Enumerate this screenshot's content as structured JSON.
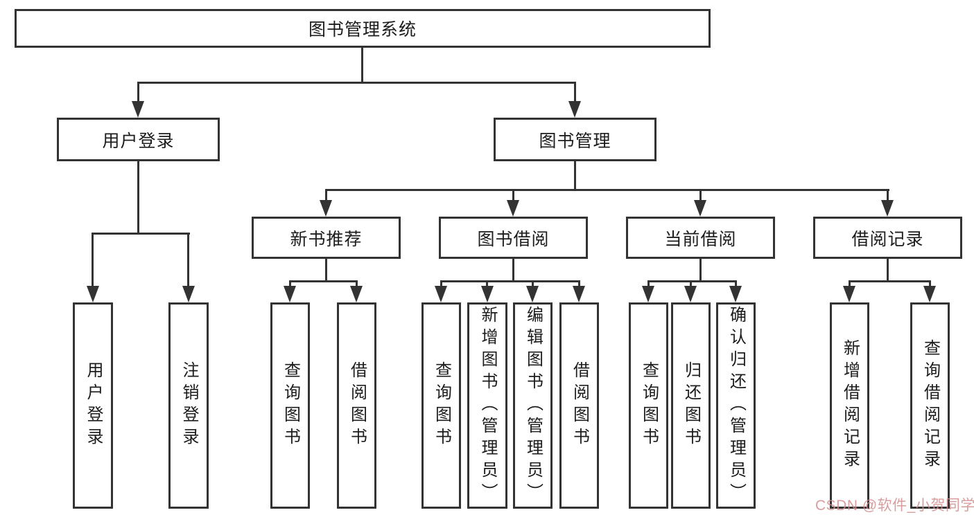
{
  "colors": {
    "line": "#333333",
    "text": "#1c1c1c",
    "background": "#ffffff",
    "watermark": "#d28c8c"
  },
  "diagram": {
    "root": {
      "label": "图书管理系统"
    },
    "level1": [
      {
        "label": "用户登录"
      },
      {
        "label": "图书管理"
      }
    ],
    "level2": [
      {
        "label": "新书推荐"
      },
      {
        "label": "图书借阅"
      },
      {
        "label": "当前借阅"
      },
      {
        "label": "借阅记录"
      }
    ],
    "leaves": {
      "user_login": [
        "用户登录",
        "注销登录"
      ],
      "new_books": [
        "查询图书",
        "借阅图书"
      ],
      "book_borrow": [
        "查询图书",
        "新增图书（管理员）",
        "编辑图书（管理员）",
        "借阅图书"
      ],
      "current_borrow": [
        "查询图书",
        "归还图书",
        "确认归还（管理员）"
      ],
      "borrow_records": [
        "新增借阅记录",
        "查询借阅记录"
      ]
    }
  },
  "watermark": {
    "text": "CSDN @软件_小贺同学"
  }
}
